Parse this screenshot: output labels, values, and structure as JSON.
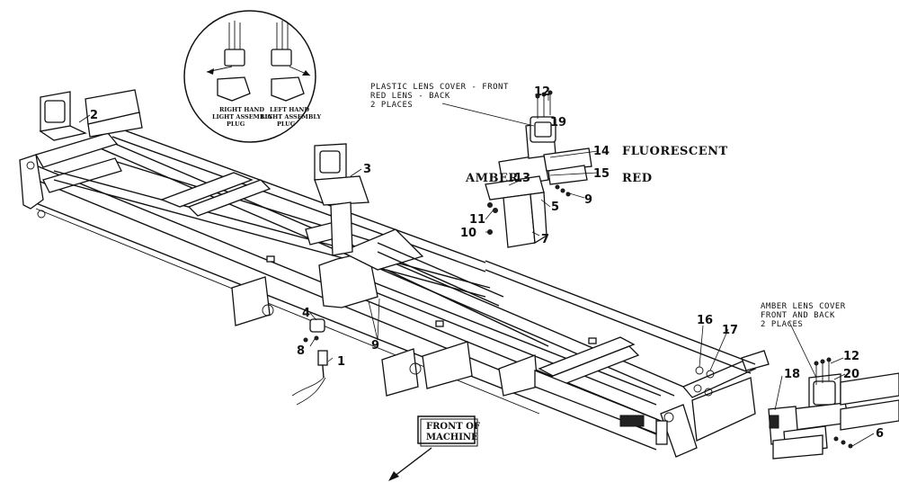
{
  "callouts": {
    "c1": "1",
    "c2": "2",
    "c3": "3",
    "c4": "4",
    "c5": "5",
    "c6": "6",
    "c7": "7",
    "c8": "8",
    "c9a": "9",
    "c9b": "9",
    "c10": "10",
    "c11": "11",
    "c12a": "12",
    "c12b": "12",
    "c13": "13",
    "c14": "14",
    "c15": "15",
    "c16": "16",
    "c17": "17",
    "c18": "18",
    "c19": "19",
    "c20": "20"
  },
  "captions": {
    "fluorescent": "FLUORESCENT",
    "red": "RED",
    "amber": "AMBER"
  },
  "notes": {
    "plastic_lens_line1": "PLASTIC LENS COVER - FRONT",
    "plastic_lens_line2": "RED LENS - BACK",
    "plastic_lens_line3": "2 PLACES",
    "amber_lens_line1": "AMBER LENS COVER",
    "amber_lens_line2": "FRONT AND BACK",
    "amber_lens_line3": "2 PLACES"
  },
  "plug_inset": {
    "right_line1": "RIGHT HAND",
    "right_line2": "LIGHT ASSEMBLY",
    "right_line3": "PLUG",
    "left_line1": "LEFT HAND",
    "left_line2": "LIGHT ASSEMBLY",
    "left_line3": "PLUG"
  },
  "front_box": {
    "line1": "FRONT OF",
    "line2": "MACHINE"
  }
}
